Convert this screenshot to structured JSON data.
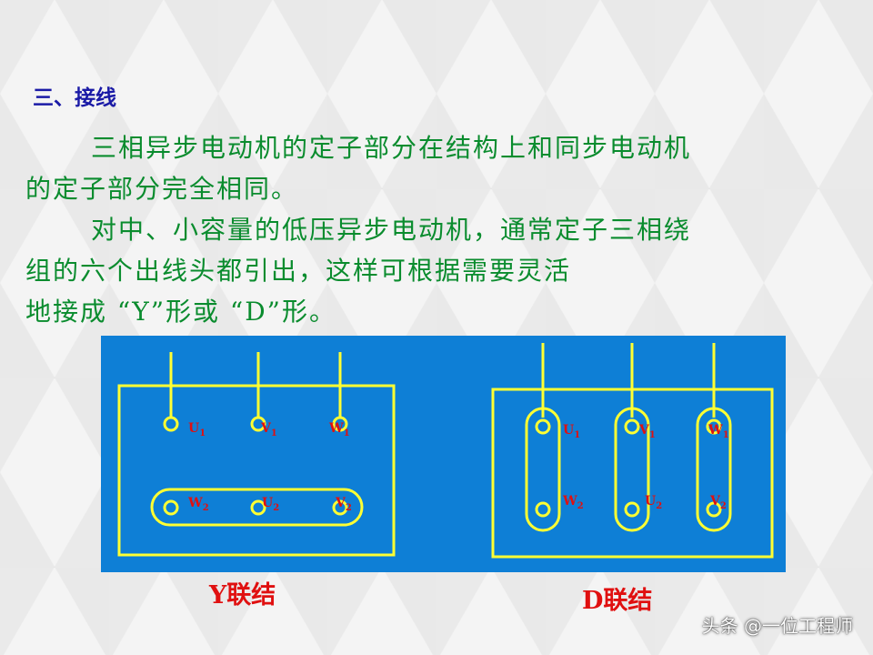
{
  "heading": "三、接线",
  "paragraphs": {
    "p1": [
      "三相异步电动机的定子部分在结构上和同步电动机",
      "的定子部分完全相同。"
    ],
    "p2": [
      "对中、小容量的低压异步电动机，通常定子三相绕",
      "组的六个出线头都引出，这样可根据需要灵活",
      "地接成 “Y”形或 “D”形。"
    ]
  },
  "diagram": {
    "panel_color": "#0e7fd6",
    "wire_color": "#ffff33",
    "label_color": "#e01010",
    "y_connection": {
      "caption": "Y联结",
      "top_terminals": [
        {
          "letter": "U",
          "sub": "1"
        },
        {
          "letter": "V",
          "sub": "1"
        },
        {
          "letter": "W",
          "sub": "1"
        }
      ],
      "bottom_terminals": [
        {
          "letter": "W",
          "sub": "2"
        },
        {
          "letter": "U",
          "sub": "2"
        },
        {
          "letter": "V",
          "sub": "2"
        }
      ]
    },
    "d_connection": {
      "caption": "D联结",
      "top_terminals": [
        {
          "letter": "U",
          "sub": "1"
        },
        {
          "letter": "V",
          "sub": "1"
        },
        {
          "letter": "W",
          "sub": "1"
        }
      ],
      "bottom_terminals": [
        {
          "letter": "W",
          "sub": "2"
        },
        {
          "letter": "U",
          "sub": "2"
        },
        {
          "letter": "V",
          "sub": "2"
        }
      ]
    }
  },
  "watermark": "头条 @一位工程师"
}
